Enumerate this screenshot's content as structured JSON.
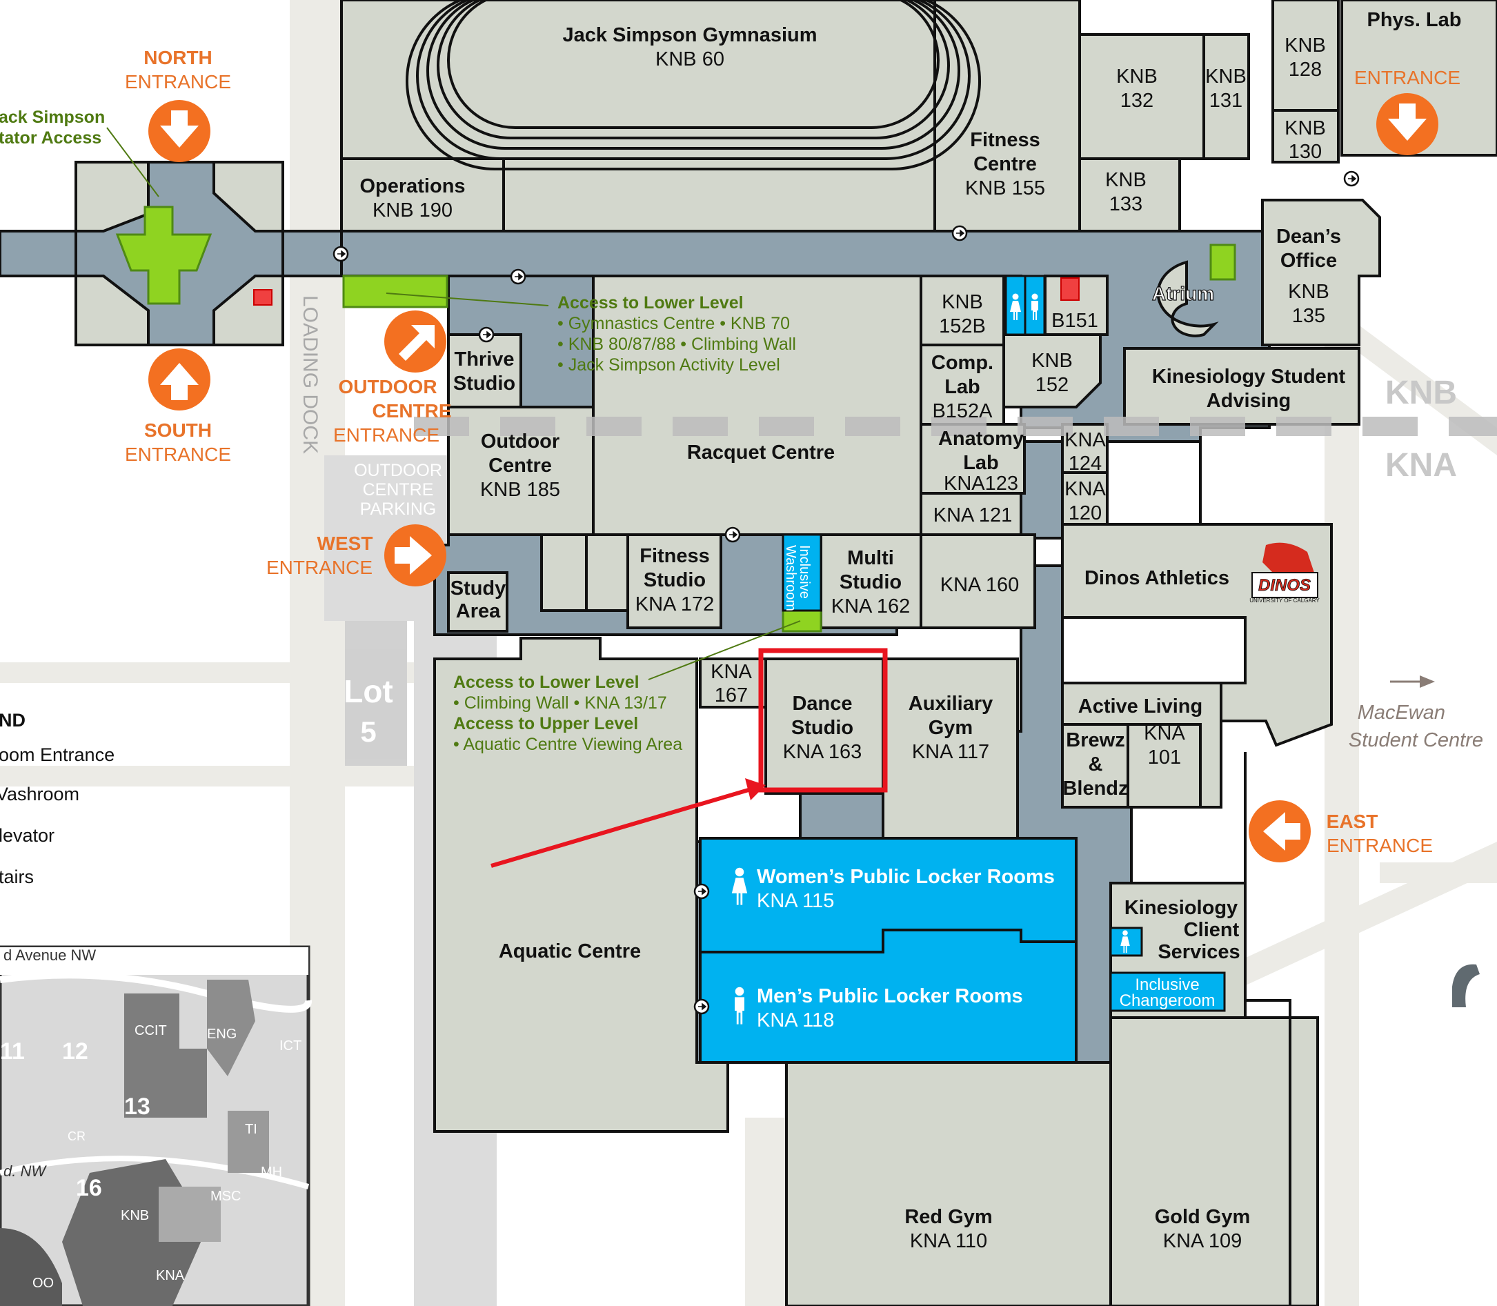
{
  "rooms": {
    "jack_simpson_gym": {
      "name": "Jack Simpson Gymnasium",
      "code": "KNB 60"
    },
    "operations": {
      "name": "Operations",
      "code": "KNB 190"
    },
    "fitness_centre": {
      "line1": "Fitness",
      "line2": "Centre",
      "code": "KNB 155"
    },
    "knb_132": {
      "l1": "KNB",
      "l2": "132"
    },
    "knb_131": {
      "l1": "KNB",
      "l2": "131"
    },
    "knb_133": {
      "l1": "KNB",
      "l2": "133"
    },
    "knb_128": {
      "l1": "KNB",
      "l2": "128"
    },
    "knb_130": {
      "l1": "KNB",
      "l2": "130"
    },
    "exercise_phys_lab": {
      "name": "Phys. Lab"
    },
    "deans_office": {
      "l1": "Dean’s",
      "l2": "Office",
      "l3": "KNB",
      "l4": "135"
    },
    "atrium": {
      "name": "Atrium"
    },
    "knb_152b": {
      "l1": "KNB",
      "l2": "152B"
    },
    "b151": {
      "name": "B151"
    },
    "comp_lab": {
      "l1": "Comp.",
      "l2": "Lab",
      "l3": "B152A"
    },
    "knb_152": {
      "l1": "KNB",
      "l2": "152"
    },
    "kin_student_advising": {
      "l1": "Kinesiology Student",
      "l2": "Advising"
    },
    "thrive_studio": {
      "l1": "Thrive",
      "l2": "Studio"
    },
    "outdoor_centre": {
      "l1": "Outdoor",
      "l2": "Centre",
      "l3": "KNB 185"
    },
    "racquet_centre": {
      "name": "Racquet Centre"
    },
    "anatomy_lab": {
      "l1": "Anatomy",
      "l2": "Lab",
      "l3": "KNA123"
    },
    "kna_124": {
      "l1": "KNA",
      "l2": "124"
    },
    "kna_120": {
      "l1": "KNA",
      "l2": "120"
    },
    "kna_121": {
      "name": "KNA 121"
    },
    "study_area": {
      "l1": "Study",
      "l2": "Area"
    },
    "fitness_studio": {
      "l1": "Fitness",
      "l2": "Studio",
      "l3": "KNA 172"
    },
    "inclusive_washroom_v": {
      "l1": "Inclusive",
      "l2": "Washroom"
    },
    "multi_studio": {
      "l1": "Multi",
      "l2": "Studio",
      "l3": "KNA 162"
    },
    "kna_160": {
      "name": "KNA 160"
    },
    "dinos_athletics": {
      "name": "Dinos Athletics"
    },
    "kna_167": {
      "l1": "KNA",
      "l2": "167"
    },
    "dance_studio": {
      "l1": "Dance",
      "l2": "Studio",
      "l3": "KNA 163"
    },
    "auxiliary_gym": {
      "l1": "Auxiliary",
      "l2": "Gym",
      "l3": "KNA 117"
    },
    "active_living": {
      "name": "Active Living",
      "code_l1": "KNA",
      "code_l2": "101"
    },
    "brewz": {
      "l1": "Brewz",
      "l2": "&",
      "l3": "Blendz"
    },
    "aquatic_centre": {
      "name": "Aquatic Centre"
    },
    "womens_locker": {
      "name": "Women’s Public Locker Rooms",
      "code": "KNA 115"
    },
    "mens_locker": {
      "name": "Men’s Public Locker Rooms",
      "code": "KNA 118"
    },
    "kin_client_services": {
      "l1": "Kinesiology",
      "l2": "Client",
      "l3": "Services"
    },
    "inclusive_changeroom": {
      "l1": "Inclusive",
      "l2": "Changeroom"
    },
    "red_gym": {
      "name": "Red Gym",
      "code": "KNA 110"
    },
    "gold_gym": {
      "name": "Gold Gym",
      "code": "KNA 109"
    }
  },
  "entrances": {
    "north": {
      "l1": "NORTH",
      "l2": "ENTRANCE"
    },
    "south": {
      "l1": "SOUTH",
      "l2": "ENTRANCE"
    },
    "west": {
      "l1": "WEST",
      "l2": "ENTRANCE"
    },
    "east": {
      "l1": "EAST",
      "l2": "ENTRANCE"
    },
    "outdoor_centre": {
      "l1": "OUTDOOR",
      "l2": "CENTRE",
      "l3": "ENTRANCE"
    },
    "top_right": {
      "l1": "ENTRANCE"
    }
  },
  "annotations": {
    "spectator_access": {
      "l1": "ack Simpson",
      "l2": "tator Access"
    },
    "access_lower_top": {
      "title": "Access to Lower Level",
      "items": [
        "• Gymnastics Centre • KNB 70",
        "• KNB 80/87/88 • Climbing Wall",
        "• Jack Simpson Activity Level"
      ]
    },
    "access_lower_bottom": {
      "title": "Access to Lower Level",
      "item1": "• Climbing Wall • KNA 13/17",
      "title2": "Access to Upper Level",
      "item2": "• Aquatic Centre Viewing Area"
    },
    "loading_dock": "LOADING DOCK",
    "outdoor_parking": {
      "l1": "OUTDOOR",
      "l2": "CENTRE",
      "l3": "PARKING"
    },
    "lot": {
      "l1": "Lot",
      "l2": "5"
    },
    "building_knb": "KNB",
    "building_kna": "KNA",
    "macewan": {
      "l1": "MacEwan",
      "l2": "Student Centre"
    },
    "dinos_logo": {
      "l1": "DINOS",
      "l2": "UNIVERSITY OF CALGARY"
    }
  },
  "legend": {
    "title": "ND",
    "items": [
      "oom Entrance",
      "Vashroom",
      "levator",
      "tairs"
    ]
  },
  "inset": {
    "street1": "d Avenue NW",
    "street2": "d. NW",
    "labels": [
      "11",
      "12",
      "13",
      "16",
      "CCIT",
      "ENG",
      "ICT",
      "TI",
      "MH",
      "MSC",
      "KNB",
      "KNA",
      "OO",
      "CR"
    ]
  },
  "colors": {
    "corridor": "#8fa2ae",
    "room": "#d3d7cd",
    "outline": "#111111",
    "green": "#8fd321",
    "green_text": "#4f7a12",
    "orange": "#f37021",
    "orange_text": "#e8732a",
    "locker_blue": "#00b2f0",
    "highlight_red": "#e8151f",
    "background": "#ffffff",
    "paths": "#ecebe6"
  }
}
